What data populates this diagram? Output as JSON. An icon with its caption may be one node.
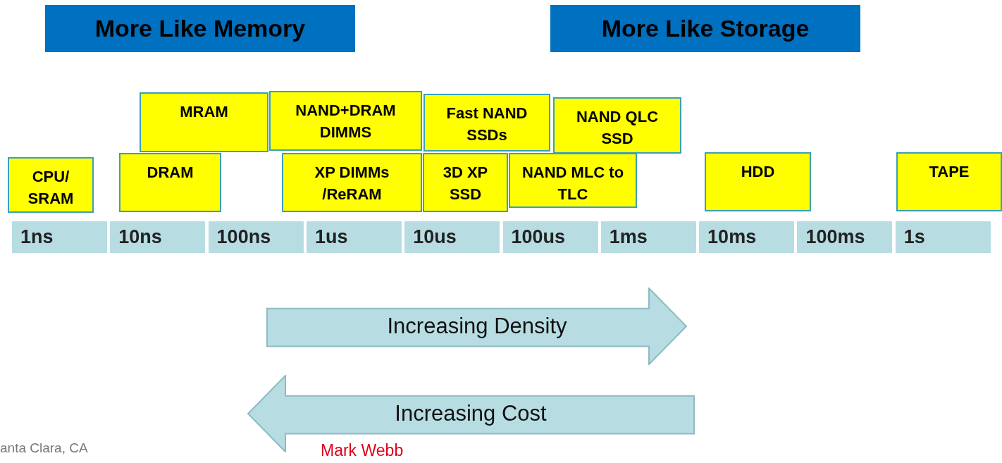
{
  "diagram": {
    "nodes": [
      {
        "text": [
          "More Like Memory"
        ]
      },
      {
        "text": [
          "More Like Storage"
        ]
      },
      {
        "text": [
          "MRAM"
        ]
      },
      {
        "text": [
          "NAND+DRAM DIMMS"
        ]
      },
      {
        "text": [
          "Fast NAND SSDs"
        ]
      },
      {
        "text": [
          "NAND QLC SSD"
        ]
      },
      {
        "text": [
          "CPU/ SRAM"
        ]
      },
      {
        "text": [
          "DRAM"
        ]
      },
      {
        "text": [
          "XP DIMMs /ReRAM"
        ]
      },
      {
        "text": [
          "3D XP SSD"
        ]
      },
      {
        "text": [
          "NAND MLC to TLC"
        ]
      },
      {
        "text": [
          "HDD"
        ]
      },
      {
        "text": [
          "TAPE"
        ]
      },
      {
        "text": [
          "1ns"
        ]
      },
      {
        "text": [
          "10ns"
        ]
      },
      {
        "text": [
          "100ns"
        ]
      },
      {
        "text": [
          "1us"
        ]
      },
      {
        "text": [
          "10us"
        ]
      },
      {
        "text": [
          "100us"
        ]
      },
      {
        "text": [
          "1ms"
        ]
      },
      {
        "text": [
          "10ms"
        ]
      },
      {
        "text": [
          "100ms"
        ]
      },
      {
        "text": [
          "1s"
        ]
      },
      {
        "text": [
          "Increasing Density"
        ]
      },
      {
        "text": [
          "Increasing Cost"
        ]
      }
    ],
    "labels": [
      "anta Clara, CA",
      "Mark Webb"
    ]
  }
}
